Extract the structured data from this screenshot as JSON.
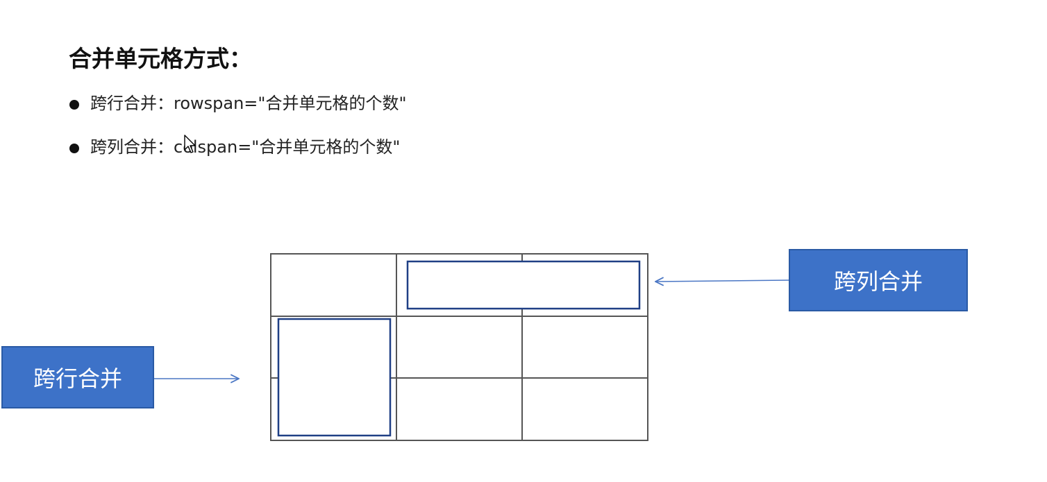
{
  "slide": {
    "title": "合并单元格方式：",
    "bullets": [
      {
        "text": "跨行合并：rowspan=\"合并单元格的个数\""
      },
      {
        "text": "跨列合并：colspan=\"合并单元格的个数\""
      }
    ]
  },
  "diagram": {
    "table": {
      "rows": 3,
      "cols": 3
    },
    "colspan_label": "跨列合并",
    "rowspan_label": "跨行合并",
    "colors": {
      "callout_fill": "#3d72c8",
      "highlight_border": "#1f3f85",
      "grid": "#555555",
      "arrow": "#4a76c4"
    }
  },
  "icons": {
    "cursor": "mouse-pointer-icon"
  }
}
